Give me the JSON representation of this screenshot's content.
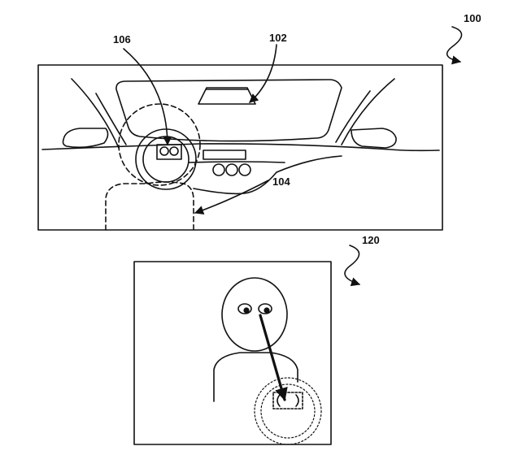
{
  "labels": {
    "ref_100": "100",
    "ref_102": "102",
    "ref_104": "104",
    "ref_106": "106",
    "ref_120": "120"
  },
  "colors": {
    "ink": "#111111",
    "paper": "#ffffff"
  }
}
